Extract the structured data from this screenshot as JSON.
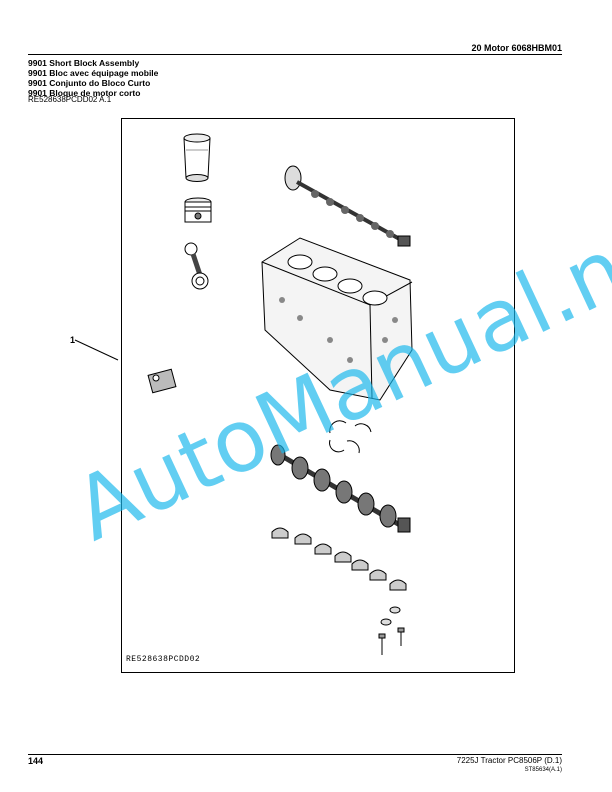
{
  "header": {
    "section": "20  Motor  6068HBM01"
  },
  "titles": [
    "9901 Short Block Assembly",
    "9901 Bloc avec équipage mobile",
    "9901 Conjunto do Bloco Curto",
    "9901 Bloque de motor corto"
  ],
  "figure_ref": "RE528638PCDD02  A.1",
  "illustration": {
    "callout": "1",
    "drawing_code": "RE528638PCDD02"
  },
  "watermark": "AutoManual.net",
  "footer": {
    "page_number": "144",
    "product": "7225J Tractor    PC8506P    (D.1)",
    "code": "ST85634(A.1)"
  },
  "colors": {
    "watermark": "#18b7ec"
  }
}
